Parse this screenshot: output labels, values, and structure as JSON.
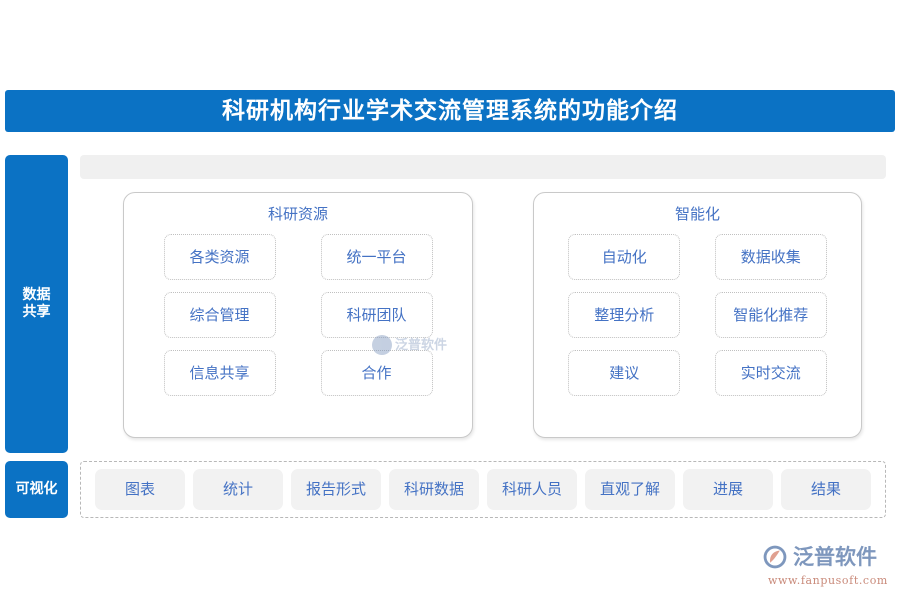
{
  "header": {
    "title": "科研机构行业学术交流管理系统的功能介绍",
    "bar_color": "#0b72c4",
    "text_color": "#ffffff"
  },
  "sidebar": {
    "items": [
      {
        "id": "data-sharing",
        "label": "数据\n共享",
        "label_line1": "数据",
        "label_line2": "共享"
      },
      {
        "id": "visualization",
        "label": "可视化"
      }
    ]
  },
  "grey_bar": {
    "label": ""
  },
  "cards": [
    {
      "id": "research-resources",
      "title": "科研资源",
      "items": [
        {
          "label": "各类资源"
        },
        {
          "label": "统一平台"
        },
        {
          "label": "综合管理"
        },
        {
          "label": "科研团队"
        },
        {
          "label": "信息共享"
        },
        {
          "label": "合作"
        }
      ]
    },
    {
      "id": "intelligent",
      "title": "智能化",
      "items": [
        {
          "label": "自动化"
        },
        {
          "label": "数据收集"
        },
        {
          "label": "整理分析"
        },
        {
          "label": "智能化推荐"
        },
        {
          "label": "建议"
        },
        {
          "label": "实时交流"
        }
      ]
    }
  ],
  "bottom_row": {
    "items": [
      {
        "label": "图表"
      },
      {
        "label": "统计"
      },
      {
        "label": "报告形式"
      },
      {
        "label": "科研数据"
      },
      {
        "label": "科研人员"
      },
      {
        "label": "直观了解"
      },
      {
        "label": "进展"
      },
      {
        "label": "结果"
      }
    ]
  },
  "branding": {
    "name": "泛普软件",
    "url": "www.fanpusoft.com",
    "name_color": "#7e97bd",
    "url_color": "#c98a7a"
  },
  "watermark": {
    "name": "泛普软件"
  },
  "theme": {
    "accent_blue": "#0b72c4",
    "chip_text_blue": "#4472c4",
    "chip_fill_grey": "#f2f2f2",
    "panel_grey": "#f0f0f0"
  }
}
